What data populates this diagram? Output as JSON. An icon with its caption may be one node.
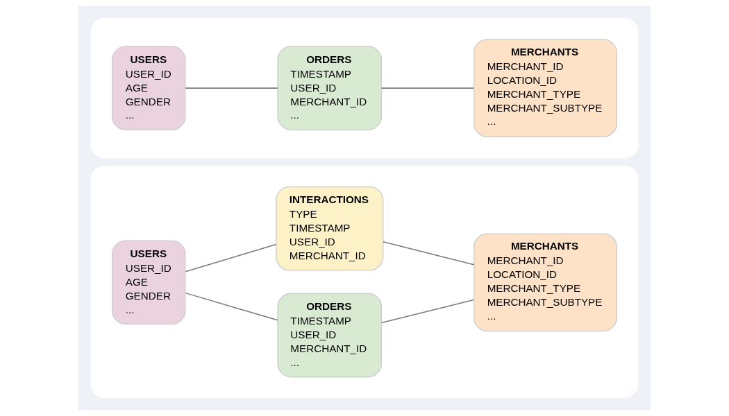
{
  "diagram": {
    "nodes": [
      {
        "text": [],
        "shape": "box"
      },
      {
        "text": [
          "USERS",
          "USER_ID",
          "AGE",
          "GENDER",
          "..."
        ],
        "in": 0
      },
      {
        "text": [
          "ORDERS",
          "TIMESTAMP",
          "USER_ID",
          "MERCHANT_ID",
          "..."
        ],
        "in": 0
      },
      {
        "text": [
          "INTERACTIONS",
          "TYPE",
          "TIMESTAMP",
          "USER_ID",
          "MERCHANT_ID"
        ],
        "in": 0
      },
      {
        "text": [
          "MERCHANTS",
          "MERCHANT_ID",
          "LOCATION_ID",
          "MERCHANT_TYPE",
          "MERCHANT_SUBTYPE",
          "..."
        ],
        "in": 0
      },
      {
        "text": [],
        "shape": "box"
      },
      {
        "text": [
          "USERS",
          "USER_ID",
          "AGE",
          "GENDER",
          "..."
        ],
        "in": 5
      },
      {
        "text": [
          "ORDERS",
          "TIMESTAMP",
          "USER_ID",
          "MERCHANT_ID",
          "..."
        ],
        "in": 5
      },
      {
        "text": [
          "MERCHANTS",
          "MERCHANT_ID",
          "LOCATION_ID",
          "MERCHANT_TYPE",
          "MERCHANT_SUBTYPE",
          "..."
        ],
        "in": 5
      }
    ],
    "edges": [
      {
        "from": 1,
        "to": 2,
        "arrow": "none"
      },
      {
        "from": 1,
        "to": 3,
        "arrow": "none"
      },
      {
        "from": 2,
        "to": 4,
        "arrow": "none"
      },
      {
        "from": 3,
        "to": 4,
        "arrow": "none"
      },
      {
        "from": 6,
        "to": 7,
        "arrow": "none"
      },
      {
        "from": 7,
        "to": 8,
        "arrow": "none"
      }
    ]
  }
}
